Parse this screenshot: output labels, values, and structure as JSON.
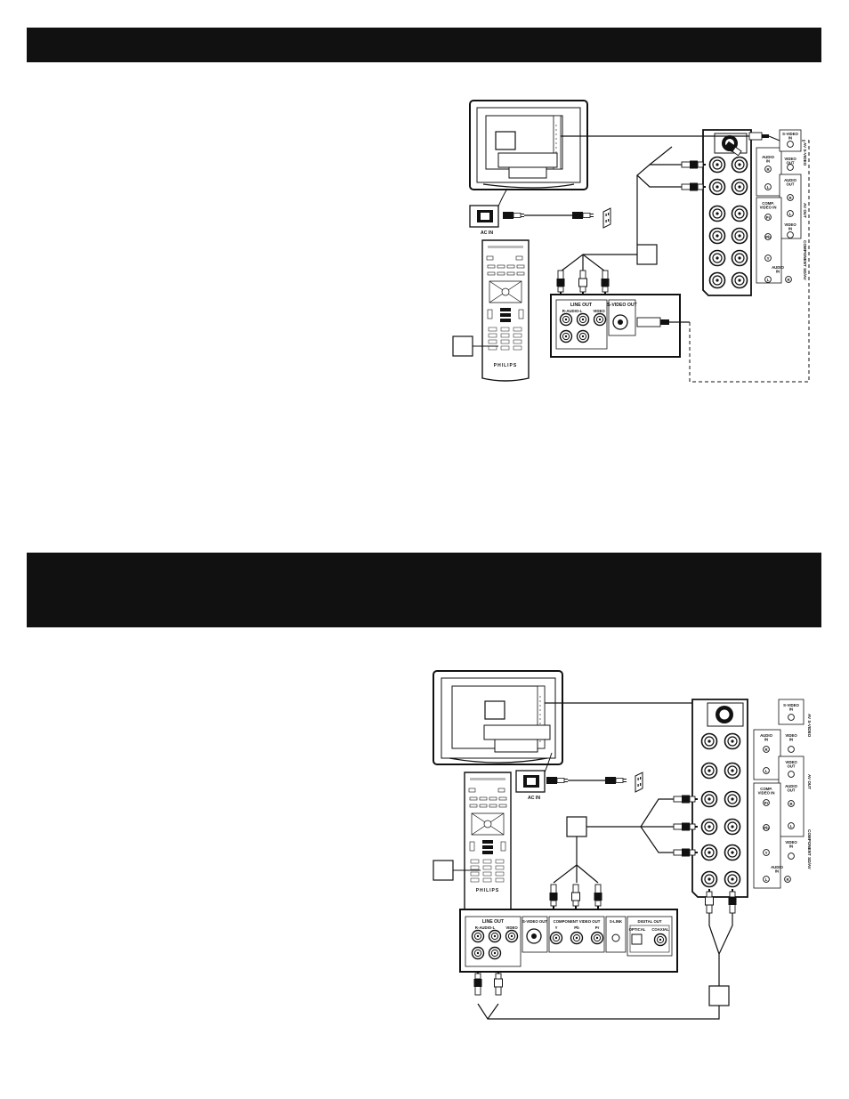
{
  "page": {
    "header_band_top": "",
    "header_band_middle": ""
  },
  "diagram_top": {
    "tv_jack_panel": {
      "s_video_label": "S-VIDEO\nIN",
      "audio_in_label": "AUDIO\nIN",
      "video_out_label": "VIDEO\nOUT",
      "audio_out_label": "AUDIO\nOUT",
      "comp_video_in_label": "COMP.\nVIDEO IN",
      "video_in_label": "VIDEO\nIN",
      "audio_in2_label": "AUDIO\nIN",
      "jack_r": "R",
      "jack_l": "L",
      "jack_y": "Y",
      "jack_pb": "Pb",
      "jack_pr": "Pr",
      "side_av_svideo": "AV S-VIDEO",
      "side_av_out": "AV OUT",
      "side_component": "COMPONENT SD/AV"
    },
    "ac_in_label": "AC IN",
    "remote_brand": "PHILIPS",
    "device_panel": {
      "line_out_label": "LINE OUT",
      "audio_sub_label": "R-AUDIO-L",
      "video_label": "VIDEO",
      "s_video_out_label": "S-VIDEO OUT"
    }
  },
  "diagram_bottom": {
    "tv_jack_panel": {
      "s_video_label": "S-VIDEO\nIN",
      "audio_in_label": "AUDIO\nIN",
      "video_in_label": "VIDEO\nIN",
      "video_out_label": "VIDEO\nOUT",
      "audio_out_label": "AUDIO\nOUT",
      "comp_video_in_label": "COMP.\nVIDEO IN",
      "video_in2_label": "VIDEO\nIN",
      "audio_in2_label": "AUDIO\nIN",
      "jack_r": "R",
      "jack_l": "L",
      "jack_y": "Y",
      "jack_pb": "Pb",
      "jack_pr": "Pr",
      "side_av_svideo": "AV S-VIDEO",
      "side_av_out": "AV OUT",
      "side_component": "COMPONENT SD/AV"
    },
    "ac_in_label": "AC IN",
    "remote_brand": "PHILIPS",
    "device_panel": {
      "line_out_label": "LINE OUT",
      "audio_sub_label": "R-AUDIO-L",
      "video_label": "VIDEO",
      "s_video_out_label": "S-VIDEO OUT",
      "component_video_out_label": "COMPONENT VIDEO OUT",
      "comp_y": "Y",
      "comp_pb": "Pb",
      "comp_pr": "Pr",
      "s_link_label": "S-LINK",
      "digital_out_label": "DIGITAL OUT",
      "optical_label": "OPTICAL",
      "coaxial_label": "COAXIAL"
    }
  }
}
